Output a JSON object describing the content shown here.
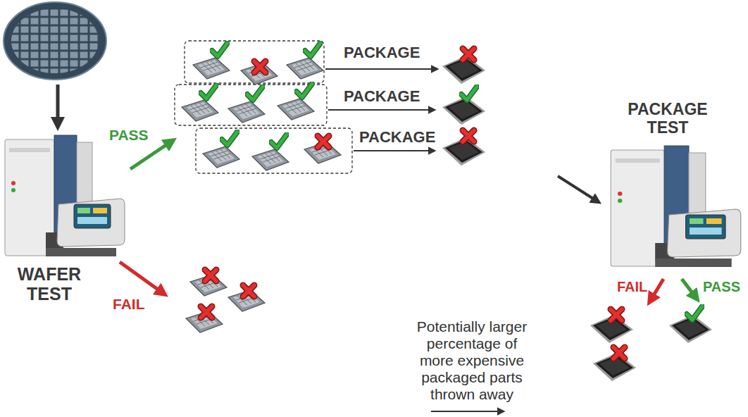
{
  "diagram": {
    "nodes": [
      {
        "text": [
          "WAFER TEST"
        ]
      },
      {
        "text": [
          "PACKAGE TEST"
        ]
      }
    ],
    "labels": [
      "PASS",
      "FAIL",
      "PACKAGE",
      "PACKAGE",
      "PACKAGE",
      "FAIL",
      "PASS",
      "Potentially larger percentage of more expensive packaged parts thrown away"
    ]
  }
}
